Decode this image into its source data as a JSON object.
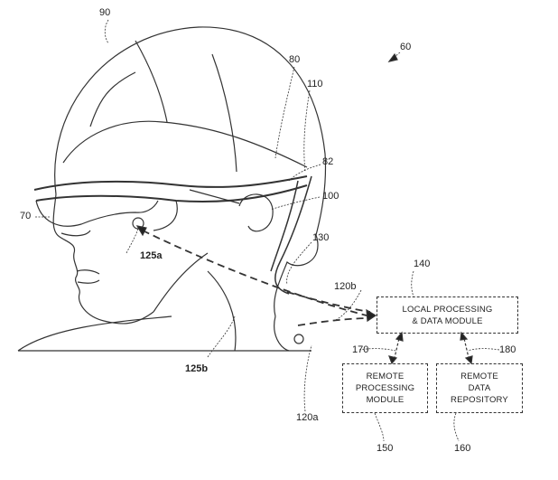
{
  "figure": {
    "labels": {
      "system": "60",
      "user": "90",
      "frame": "80",
      "cable": "110",
      "speaker_arm": "82",
      "speaker": "100",
      "display": "70",
      "coupling": "130",
      "sensor_a": "125a",
      "sensor_b": "125b",
      "sensor_120b": "120b",
      "sensor_120a": "120a",
      "local_module_ref": "140",
      "link_170": "170",
      "link_180": "180",
      "remote_processing_ref": "150",
      "remote_data_ref": "160"
    },
    "boxes": {
      "local": {
        "line1": "LOCAL PROCESSING",
        "line2": "& DATA MODULE"
      },
      "remote_processing": {
        "line1": "REMOTE",
        "line2": "PROCESSING",
        "line3": "MODULE"
      },
      "remote_data": {
        "line1": "REMOTE",
        "line2": "DATA",
        "line3": "REPOSITORY"
      }
    }
  }
}
